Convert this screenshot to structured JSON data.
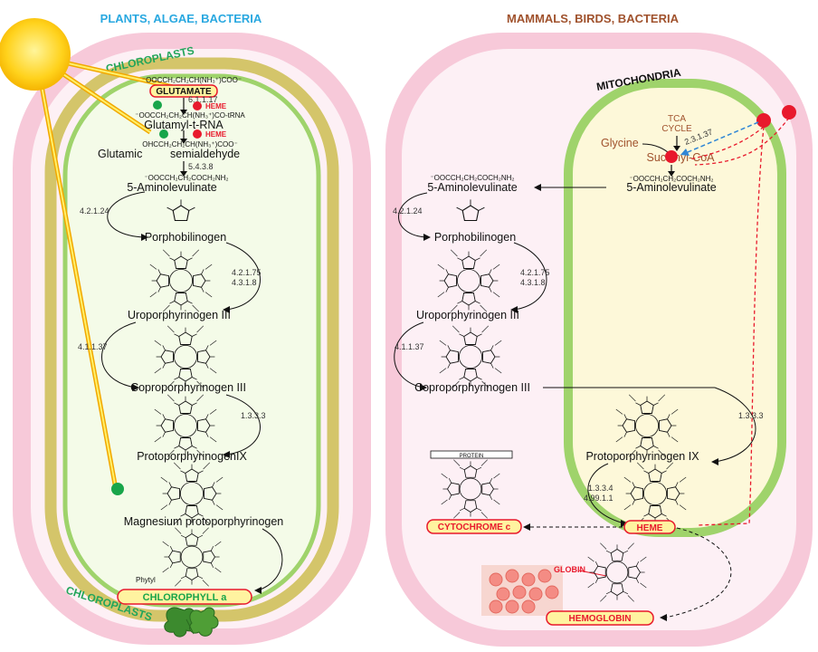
{
  "headers": {
    "left": "PLANTS, ALGAE, BACTERIA",
    "right": "MAMMALS, BIRDS, BACTERIA"
  },
  "organelles": {
    "chloroplasts_top": "CHLOROPLASTS",
    "chloroplasts_bottom": "CHLOROPLASTS",
    "mitochondria": "MITOCHONDRIA"
  },
  "left_pathway": {
    "glutamate_formula": "⁻OOCCH₂CH₂CH(NH₃⁺)COO⁻",
    "glutamate": "GLUTAMATE",
    "ec_1": "6.1.1.17",
    "heme_1": "HEME",
    "trna_formula": "⁻OOCCH₂CH₂CH(NH₃⁺)CO-tRNA",
    "glutamyl_trna": "Glutamyl-t-RNA",
    "heme_2": "HEME",
    "gsa_formula": "OHCCH₂CH₂CH(NH₃⁺)COO⁻",
    "glutamic": "Glutamic",
    "semialdehyde": "semialdehyde",
    "ec_2": "5.4.3.8",
    "ala_formula": "⁻OOCCH₂CH₂COCH₂NH₂",
    "ala": "5-Aminolevulinate",
    "ec_3": "4.2.1.24",
    "pbg": "Porphobilinogen",
    "ec_4a": "4.2.1.75",
    "ec_4b": "4.3.1.8",
    "uro": "Uroporphyrinogen III",
    "ec_5": "4.1.1.37",
    "copro": "Coproporphyrinogen III",
    "ec_6": "1.3.3.3",
    "proto": "ProtoporphyrinogenIX",
    "mg_proto": "Magnesium protoporphyrinogen",
    "phytyl": "Phytyl",
    "chlorophyll": "CHLOROPHYLL a"
  },
  "right_pathway": {
    "tca": "TCA",
    "cycle": "CYCLE",
    "succinyl": "Succinyl-CoA",
    "glycine": "Glycine",
    "ec_1": "2.3.1.37",
    "ala_formula_m": "⁻OOCCH₂CH₂COCH₂NH₂",
    "ala_m": "5-Aminolevulinate",
    "ala_formula_c": "⁻OOCCH₂CH₂COCH₂NH₂",
    "ala_c": "5-Aminolevulinate",
    "ec_3": "4.2.1.24",
    "pbg": "Porphobilinogen",
    "ec_4a": "4.2.1.75",
    "ec_4b": "4.3.1.8",
    "uro": "Uroporphyrinogen III",
    "ec_5": "4.1.1.37",
    "copro": "Coproporphyrinogen III",
    "ec_6": "1.3.3.3",
    "proto": "Protoporphyrinogen  IX",
    "ec_7a": "1.3.3.4",
    "ec_7b": "4.99.1.1",
    "heme": "HEME",
    "cytochrome": "CYTOCHROME c",
    "protein": "PROTEIN",
    "globin": "GLOBIN",
    "hemoglobin": "HEMOGLOBIN"
  },
  "colors": {
    "left_header": "#29a8e0",
    "right_header": "#a0522d",
    "cell_pink": "#f7c9d9",
    "cell_inner": "#fdf0f5",
    "chloroplast_olive": "#d4c56a",
    "membrane_green": "#9fd36b",
    "stroma": "#f4fbe8",
    "mito_fill": "#fdf8d9",
    "sun": "#ffd21c",
    "red_dot": "#e8192c",
    "green_dot": "#18a54a",
    "label_box": "#fff3a0",
    "label_border": "#e8192c"
  }
}
